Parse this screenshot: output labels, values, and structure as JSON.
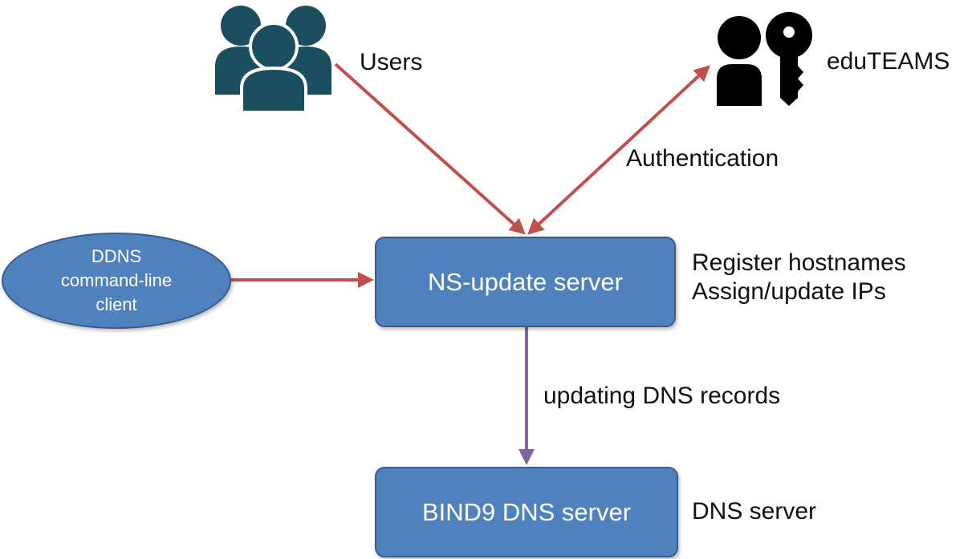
{
  "colors": {
    "box_fill": "#4f81bd",
    "box_border": "#385d8a",
    "red_arrow": "#c0504d",
    "purple_arrow": "#8064a2",
    "users_icon": "#1b4e5e",
    "eduteams_icon": "#000000"
  },
  "users": {
    "icon": "users-group-icon",
    "label": "Users"
  },
  "eduteams": {
    "icon": "user-key-icon",
    "label": "eduTEAMS"
  },
  "authentication_label": "Authentication",
  "client": {
    "line1": "DDNS",
    "line2": "command-line",
    "line3": "client"
  },
  "ns_update": {
    "label": "NS-update server",
    "note_line1": "Register hostnames",
    "note_line2": "Assign/update IPs"
  },
  "update_label": "updating DNS records",
  "bind9": {
    "label": "BIND9 DNS server",
    "note": "DNS server"
  }
}
